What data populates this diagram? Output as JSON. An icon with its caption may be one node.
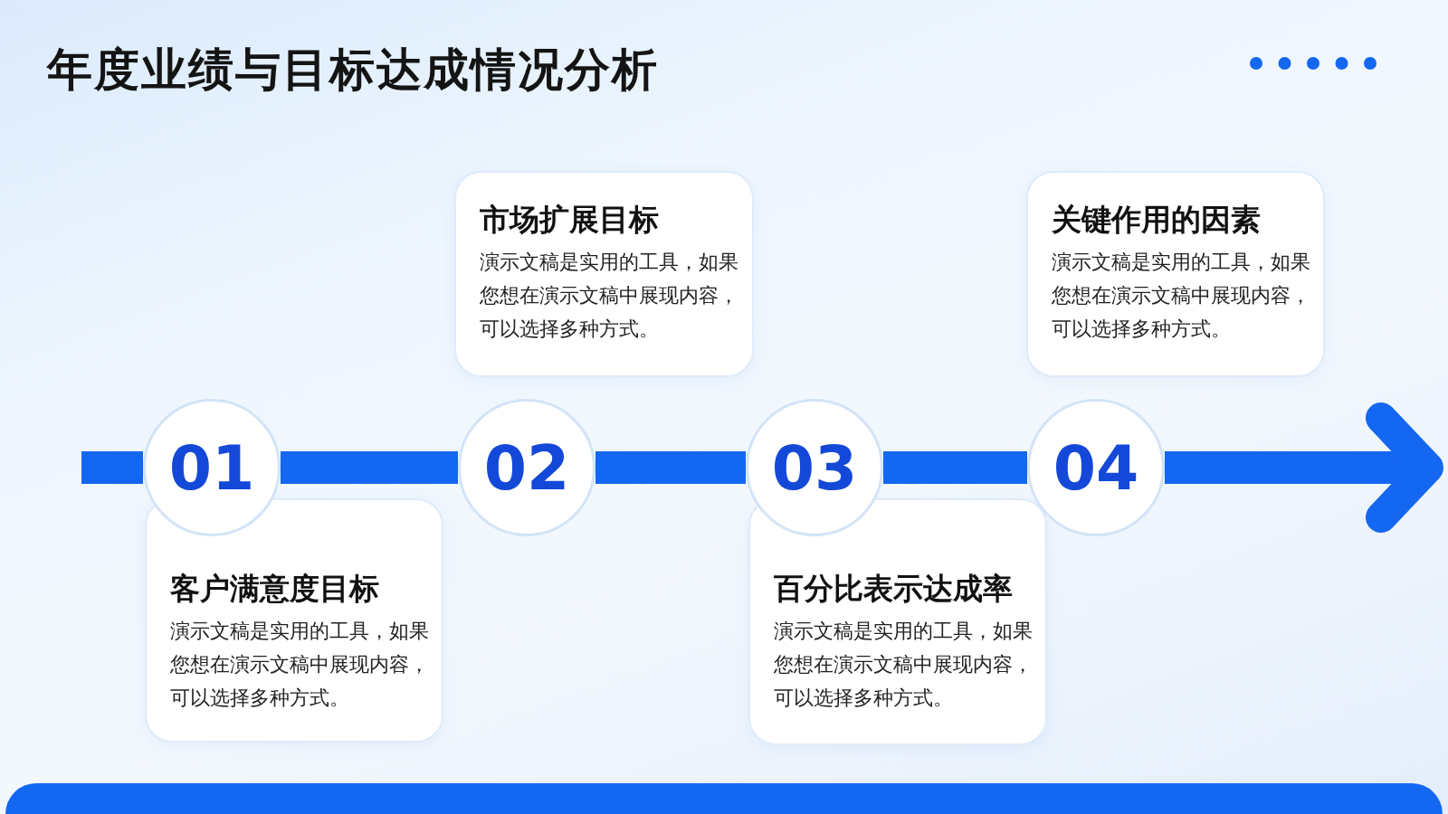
{
  "diagram": {
    "title": "年度业绩与目标达成情况分析",
    "nodes": [
      {
        "text": [
          "01"
        ]
      },
      {
        "text": [
          "客户满意度目标",
          "演示文稿是实用的工具，如果您想在演示文稿中展现内容，可以选择多种方式。"
        ]
      },
      {
        "text": [
          "02"
        ]
      },
      {
        "text": [
          "市场扩展目标",
          "演示文稿是实用的工具，如果您想在演示文稿中展现内容，可以选择多种方式。"
        ]
      },
      {
        "text": [
          "03"
        ]
      },
      {
        "text": [
          "百分比表示达成率",
          "演示文稿是实用的工具，如果您想在演示文稿中展现内容，可以选择多种方式。"
        ]
      },
      {
        "text": [
          "04"
        ]
      },
      {
        "text": [
          "关键作用的因素",
          "演示文稿是实用的工具，如果您想在演示文稿中展现内容，可以选择多种方式。"
        ]
      }
    ],
    "edges": [
      {
        "from": null,
        "to": 0,
        "arrow": "none"
      },
      {
        "from": 0,
        "to": 2,
        "arrow": "none"
      },
      {
        "from": 2,
        "to": 4,
        "arrow": "none"
      },
      {
        "from": 4,
        "to": 6,
        "arrow": "none"
      },
      {
        "from": 6,
        "to": null,
        "arrow": "to"
      }
    ]
  }
}
